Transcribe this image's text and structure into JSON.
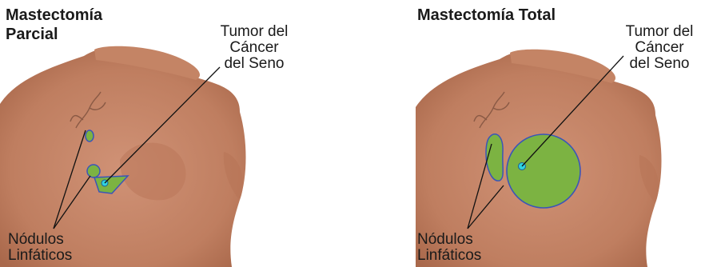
{
  "panels": [
    {
      "title_line1": "Mastectomía",
      "title_line2": "Parcial",
      "tumor_label": [
        "Tumor del",
        "Cáncer",
        "del Seno"
      ],
      "nodes_label": [
        "Nódulos",
        "Linfáticos"
      ]
    },
    {
      "title_line1": "Mastectomía Total",
      "tumor_label": [
        "Tumor del",
        "Cáncer",
        "del Seno"
      ],
      "nodes_label": [
        "Nódulos",
        "Linfáticos"
      ]
    }
  ],
  "colors": {
    "skin": "#c48465",
    "skin_shadow": "#a86a4e",
    "removed_tissue": "#7cb342",
    "removed_outline": "#3a55b8",
    "tumor": "#2fd3e0",
    "line": "#111111"
  }
}
